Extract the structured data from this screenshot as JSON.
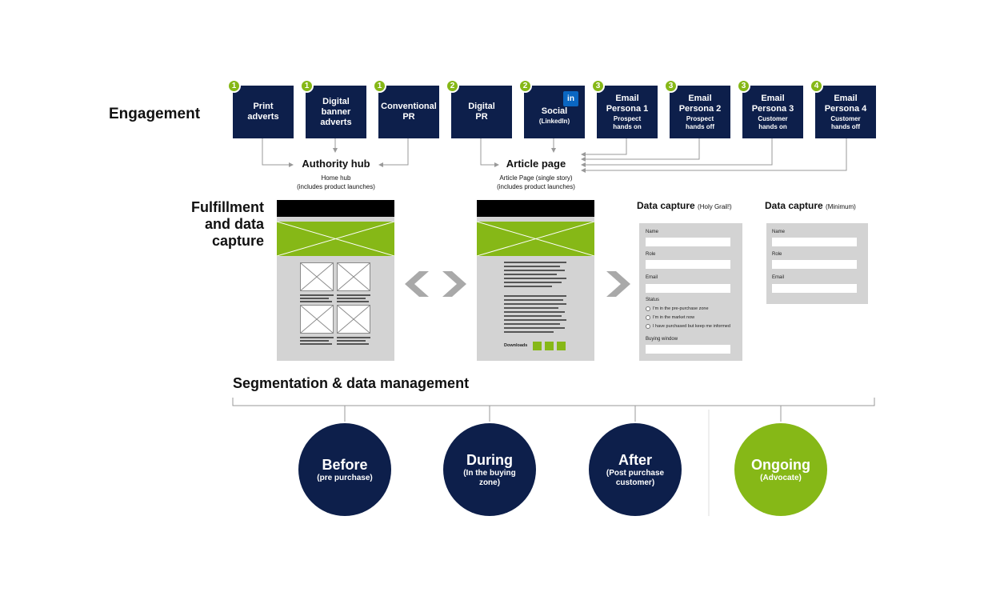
{
  "engagement": {
    "title": "Engagement",
    "boxes": [
      {
        "badge": "1",
        "label": "Print\nadverts",
        "sub": ""
      },
      {
        "badge": "1",
        "label": "Digital\nbanner\nadverts",
        "sub": ""
      },
      {
        "badge": "1",
        "label": "Conventional\nPR",
        "sub": ""
      },
      {
        "badge": "2",
        "label": "Digital\nPR",
        "sub": ""
      },
      {
        "badge": "2",
        "label": "Social",
        "sub": "(LinkedIn)",
        "icon": "linkedin-icon",
        "icon_text": "in"
      },
      {
        "badge": "3",
        "label": "Email\nPersona 1",
        "sub": "Prospect\nhands on"
      },
      {
        "badge": "3",
        "label": "Email\nPersona 2",
        "sub": "Prospect\nhands off"
      },
      {
        "badge": "3",
        "label": "Email\nPersona 3",
        "sub": "Customer\nhands on"
      },
      {
        "badge": "4",
        "label": "Email\nPersona 4",
        "sub": "Customer\nhands off"
      }
    ]
  },
  "authority_hub": {
    "title": "Authority hub",
    "sub": "Home hub\n(includes product launches)"
  },
  "article_page": {
    "title": "Article page",
    "sub": "Article Page (single story)\n(includes product launches)"
  },
  "fulfillment": {
    "title_lines": [
      "Fulfillment",
      "and data",
      "capture"
    ],
    "downloads_label": "Downloads"
  },
  "data_capture_full": {
    "title": "Data capture",
    "title_small": "(Holy Grail!)",
    "fields": [
      "Name",
      "Role",
      "Email"
    ],
    "status_label": "Status",
    "status_options": [
      "I'm in the pre-purchase zone",
      "I'm in the market now",
      "I have purchased but keep me informed"
    ],
    "buying_window_label": "Buying window"
  },
  "data_capture_min": {
    "title": "Data capture",
    "title_small": "(Minimum)",
    "fields": [
      "Name",
      "Role",
      "Email"
    ]
  },
  "segmentation": {
    "title": "Segmentation & data management",
    "stages": [
      {
        "title": "Before",
        "sub": "(pre purchase)",
        "color": "#0d1f4b"
      },
      {
        "title": "During",
        "sub": "(In the buying\nzone)",
        "color": "#0d1f4b"
      },
      {
        "title": "After",
        "sub": "(Post purchase\ncustomer)",
        "color": "#0d1f4b"
      },
      {
        "title": "Ongoing",
        "sub": "(Advocate)",
        "color": "#86b817"
      }
    ]
  },
  "colors": {
    "navy": "#0d1f4b",
    "green": "#86b817",
    "grey": "#d3d3d3",
    "linkedin": "#0a66c2"
  }
}
